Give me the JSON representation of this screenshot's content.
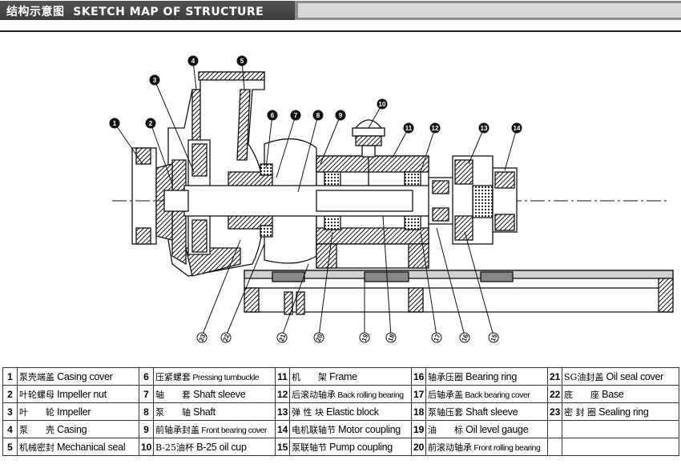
{
  "header": {
    "title_cn": "结构示意图",
    "title_en": "SKETCH MAP OF STRUCTURE"
  },
  "diagram": {
    "callouts": [
      "1",
      "2",
      "3",
      "4",
      "5",
      "6",
      "7",
      "8",
      "9",
      "10",
      "11",
      "12",
      "13",
      "14",
      "15",
      "16",
      "17",
      "18",
      "19",
      "20",
      "21",
      "22",
      "23"
    ]
  },
  "legend": {
    "rows": [
      [
        {
          "num": "1",
          "cn": "泵壳端盖",
          "en": "Casing cover"
        },
        {
          "num": "6",
          "cn": "压紧螺套",
          "en": "Pressing turnbuckle"
        },
        {
          "num": "11",
          "cn": "机　　架",
          "en": "Frame"
        },
        {
          "num": "16",
          "cn": "轴承压圈",
          "en": "Bearing ring"
        },
        {
          "num": "21",
          "cn": "SG油封盖",
          "en": "Oil seal cover"
        }
      ],
      [
        {
          "num": "2",
          "cn": "叶轮螺母",
          "en": "Impeller nut"
        },
        {
          "num": "7",
          "cn": "轴　　套",
          "en": "Shaft sleeve"
        },
        {
          "num": "12",
          "cn": "后滚动轴承",
          "en": "Back rolling bearing"
        },
        {
          "num": "17",
          "cn": "后轴承盖",
          "en": "Back bearing cover"
        },
        {
          "num": "22",
          "cn": "底　　座",
          "en": "Base"
        }
      ],
      [
        {
          "num": "3",
          "cn": "叶　　轮",
          "en": "Impeller"
        },
        {
          "num": "8",
          "cn": "泵　　轴",
          "en": "Shaft"
        },
        {
          "num": "13",
          "cn": "弹 性 块",
          "en": "Elastic block"
        },
        {
          "num": "18",
          "cn": "泵轴压套",
          "en": "Shaft sleeve"
        },
        {
          "num": "23",
          "cn": "密 封 圈",
          "en": "Sealing ring"
        }
      ],
      [
        {
          "num": "4",
          "cn": "泵　　壳",
          "en": "Casing"
        },
        {
          "num": "9",
          "cn": "前轴承封盖",
          "en": "Front bearing cover"
        },
        {
          "num": "14",
          "cn": "电机联轴节",
          "en": "Motor coupling"
        },
        {
          "num": "19",
          "cn": "油　　标",
          "en": "Oil level gauge"
        },
        {
          "num": "",
          "cn": "",
          "en": ""
        }
      ],
      [
        {
          "num": "5",
          "cn": "机械密封",
          "en": "Mechanical seal"
        },
        {
          "num": "10",
          "cn": "B-25油杯",
          "en": "B-25 oil cup"
        },
        {
          "num": "15",
          "cn": "泵联轴节",
          "en": "Pump coupling"
        },
        {
          "num": "20",
          "cn": "前滚动轴承",
          "en": "Front rolling bearing"
        },
        {
          "num": "",
          "cn": "",
          "en": ""
        }
      ]
    ]
  }
}
